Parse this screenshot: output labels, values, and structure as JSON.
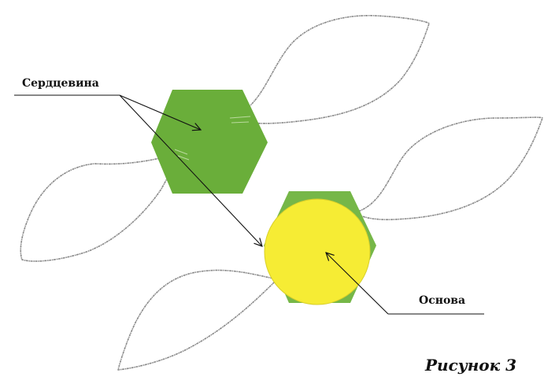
{
  "labels": {
    "core": "Сердцевина",
    "base": "Основа"
  },
  "caption": "Рисунок 3",
  "colors": {
    "core_hexagon": "#6aae3a",
    "base_hexagon": "#76b748",
    "base_circle": "#f6ec34",
    "petal_outline": "#8a8a8a"
  }
}
